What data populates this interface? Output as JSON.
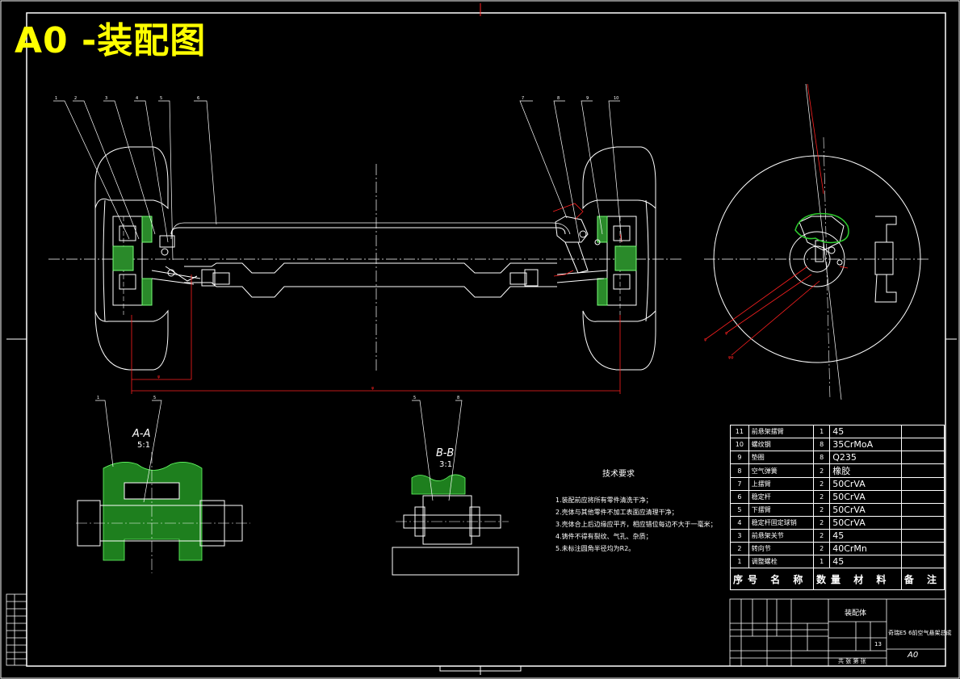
{
  "title": "A0 -装配图",
  "technical_requirements": {
    "heading": "技术要求",
    "items": [
      "1.装配前应将所有零件清洗干净；",
      "2.壳体与其他零件不加工表面应清理干净；",
      "3.壳体合上后边缘应平齐，相应错位每边不大于一毫米；",
      "4.铸件不得有裂纹、气孔、杂质；",
      "5.未标注圆角半径均为R2。"
    ]
  },
  "sections": {
    "a": {
      "label": "A-A",
      "scale": "5:1"
    },
    "b": {
      "label": "B-B",
      "scale": "3:1"
    }
  },
  "bom": {
    "rows": [
      {
        "no": "11",
        "name": "前悬架摆臂",
        "qty": "1",
        "material": "45"
      },
      {
        "no": "10",
        "name": "螺纹钢",
        "qty": "8",
        "material": "35CrMoA"
      },
      {
        "no": "9",
        "name": "垫圈",
        "qty": "8",
        "material": "Q235"
      },
      {
        "no": "8",
        "name": "空气弹簧",
        "qty": "2",
        "material": "橡胶"
      },
      {
        "no": "7",
        "name": "上摆臂",
        "qty": "2",
        "material": "50CrVA"
      },
      {
        "no": "6",
        "name": "稳定杆",
        "qty": "2",
        "material": "50CrVA"
      },
      {
        "no": "5",
        "name": "下摆臂",
        "qty": "2",
        "material": "50CrVA"
      },
      {
        "no": "4",
        "name": "稳定杆固定球销",
        "qty": "2",
        "material": "50CrVA"
      },
      {
        "no": "3",
        "name": "前悬架关节",
        "qty": "2",
        "material": "45"
      },
      {
        "no": "2",
        "name": "转向节",
        "qty": "2",
        "material": "40CrMn"
      },
      {
        "no": "1",
        "name": "调整螺栓",
        "qty": "1",
        "material": "45"
      }
    ],
    "header": {
      "no": "序号",
      "name": "名 称",
      "qty_mat": "数量 材 料",
      "note": "备 注"
    }
  },
  "title_block": {
    "drawing_name": "装配体",
    "project_name": "奇瑞E5 6前空气悬架总成",
    "scale_value": "13",
    "sheet_size": "A0",
    "sheet_info": "共 张 第 张"
  }
}
